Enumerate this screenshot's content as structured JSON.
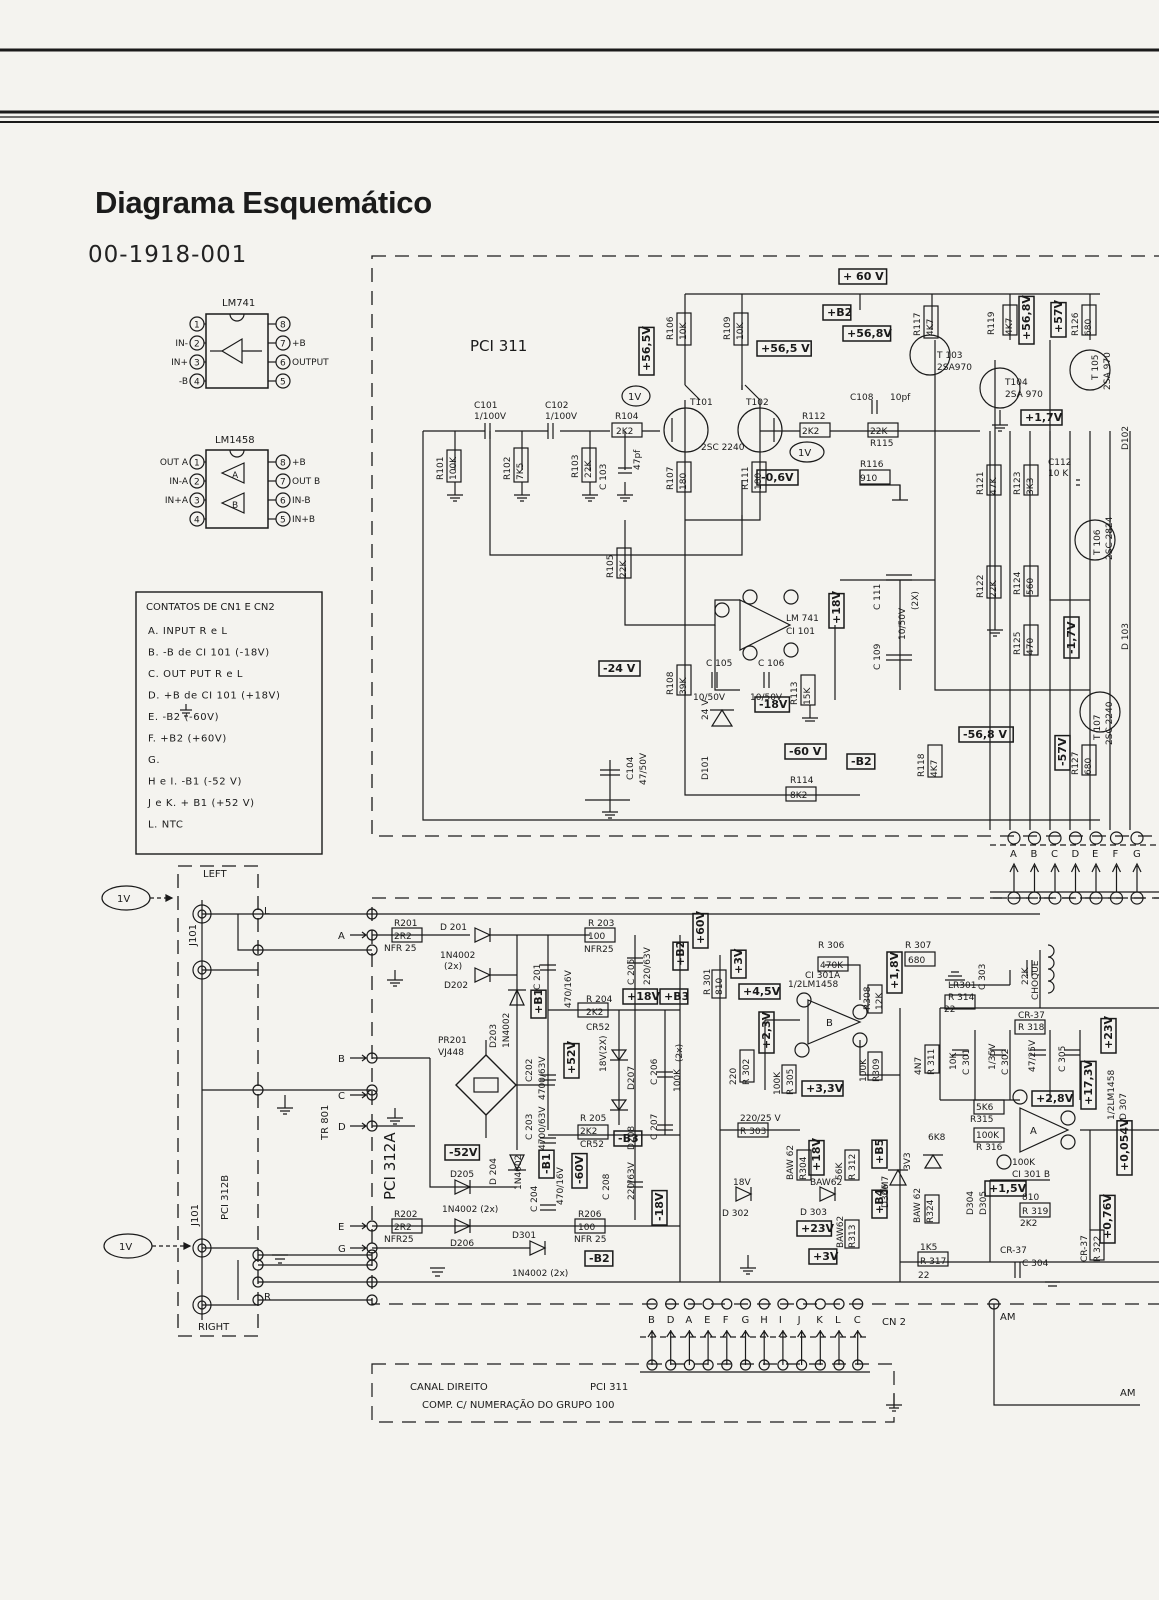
{
  "title": "Diagrama Esquemático",
  "drawing_code": "00-1918-001",
  "ic_lm741": {
    "name": "LM741",
    "pins_left": [
      "",
      "IN-",
      "IN+",
      "-B"
    ],
    "pins_right": [
      "",
      "+B",
      "OUTPUT",
      ""
    ],
    "numbers_left": [
      "1",
      "2",
      "3",
      "4"
    ],
    "numbers_right": [
      "8",
      "7",
      "6",
      "5"
    ]
  },
  "ic_lm1458": {
    "name": "LM1458",
    "pins_left": [
      "OUT A",
      "IN-A",
      "IN+A",
      ""
    ],
    "pins_right": [
      "+B",
      "OUT B",
      "IN-B",
      "IN+B"
    ],
    "numbers_left": [
      "1",
      "2",
      "3",
      "4"
    ],
    "numbers_right": [
      "8",
      "7",
      "6",
      "5"
    ]
  },
  "contacts": {
    "heading": "CONTATOS DE CN1 E CN2",
    "items": [
      "A.  INPUT   R e L",
      "B.  -B de  CI 101 (-18V)",
      "C.  OUT PUT   R e L",
      "D.  +B de  CI 101  (+18V)",
      "E.  -B2  (-60V)",
      "F.  +B2 (+60V)",
      "G.",
      "H e I.  -B1 (-52 V)",
      "J e K.  + B1 (+52 V)",
      "L.  NTC"
    ]
  },
  "board_top": {
    "name": "PCI 311",
    "rails": [
      "+ 60 V",
      "+B2",
      "+56,8V",
      "+56,5V",
      "+56,5 V",
      "+56,8V",
      "+57V",
      "+1,7V",
      "-0,6V",
      "-24 V",
      "-18V",
      "+18V",
      "-60 V",
      "-B2",
      "-56,8 V",
      "-57V",
      "-1,7V",
      "1V",
      "1V"
    ],
    "parts": [
      "C101",
      "1/100V",
      "C102",
      "1/100V",
      "R104",
      "2K2",
      "R101",
      "100K",
      "R102",
      "7K5",
      "R103",
      "22K",
      "C 103",
      "47pf",
      "T101",
      "T102",
      "2SC 2240",
      "R107",
      "180",
      "R111",
      "180",
      "R106",
      "10K",
      "R109",
      "10K",
      "R112",
      "2K2",
      "C108",
      "10pf",
      "22K",
      "R115",
      "R116",
      "910",
      "R117",
      "4K7",
      "T 103",
      "2SA970",
      "R119",
      "4K7",
      "T104",
      "2SA 970",
      "R126",
      "680",
      "T 105",
      "2SA 970",
      "R121",
      "47K",
      "R123",
      "3K3",
      "C112",
      "10 K",
      "T 106",
      "2SC 2824",
      "R105",
      "22K",
      "LM 741",
      "CI 101",
      "C 111",
      "C 109",
      "10/50V",
      "(2X)",
      "R122",
      "22K",
      "R124",
      "560",
      "R125",
      "470",
      "C 105",
      "C 106",
      "10/50V",
      "10/50V",
      "R113",
      "15K",
      "R108",
      "39K",
      "C104",
      "47/50V",
      "D101",
      "24 V",
      "R114",
      "8K2",
      "R118",
      "4K7",
      "T 107",
      "2SC 2240",
      "R127",
      "680",
      "D 103",
      "D102"
    ]
  },
  "connector_top": [
    "A",
    "B",
    "C",
    "D",
    "E",
    "F",
    "G"
  ],
  "left_section": {
    "jack_top": "LEFT",
    "jack_bottom": "RIGHT",
    "j_top": "J101",
    "j_bottom": "J101",
    "board": "PCI 312B",
    "source": "1V",
    "source2": "1V",
    "transformer": "TR 801",
    "pins": [
      "A",
      "B",
      "C",
      "D",
      "E",
      "G"
    ],
    "lr": [
      "L",
      "R"
    ]
  },
  "board_bottom": {
    "name": "PCI 312A",
    "parts": [
      "R201",
      "2R2",
      "NFR 25",
      "D 201",
      "1N4002",
      "(2x)",
      "D202",
      "R 203",
      "100",
      "NFR25",
      "C 205",
      "220/63V",
      "C 201",
      "470/16V",
      "R 204",
      "2K2",
      "CR52",
      "D203",
      "1N4002",
      "PR201",
      "VJ448",
      "C202",
      "4700/63V",
      "C 203",
      "4700/63V",
      "18V(2X)",
      "D207",
      "C 206",
      "100K",
      "(2x)",
      "C 207",
      "R 205",
      "2K2",
      "CR52",
      "D208",
      "D205",
      "D 204",
      "1N4002",
      "1N4002 (2x)",
      "D206",
      "C 204",
      "470/16V",
      "C 208",
      "220/63V",
      "R202",
      "2R2",
      "NFR25",
      "R206",
      "100",
      "NFR 25",
      "D301",
      "1N4002 (2x)"
    ],
    "rails": [
      "+B2",
      "+60V",
      "+B1",
      "+18V",
      "+B3",
      "+52V",
      "-52V",
      "-B1",
      "-60V",
      "-B3",
      "-18V",
      "-B2"
    ]
  },
  "board_right": {
    "parts": [
      "R 301",
      "810",
      "R 306",
      "470K",
      "R 307",
      "680",
      "CI 301A",
      "1/2LM1458",
      "R308",
      "12K",
      "C 303",
      "22K",
      "CHOQUE",
      "LR301",
      "R 314",
      "22",
      "CR-37",
      "R 318",
      "220",
      "R 302",
      "100K",
      "R 305",
      "100K",
      "R309",
      "4N7",
      "R 311",
      "10K",
      "C 301",
      "1/35V",
      "C 302",
      "47/25V",
      "C 305",
      "220/25 V",
      "R 303",
      "5K6",
      "R315",
      "100K",
      "R 316",
      "100K",
      "CI 301 B",
      "1/2LM1458",
      "D 307",
      "BAW 62",
      "R304",
      "56K",
      "R 312",
      "6K8",
      "3V3",
      "D304",
      "D305",
      "BAW 62",
      "R324",
      "4M7",
      "D306",
      "18V",
      "D 302",
      "BAW62",
      "D 303",
      "BAW62",
      "R313",
      "810",
      "R 319",
      "2K2",
      "CR-37",
      "R 322",
      "1K5",
      "R 317",
      "22",
      "CR-37",
      "C 304",
      "22K"
    ],
    "rails": [
      "+3V",
      "+4,5V",
      "+2,3V",
      "+1,8V",
      "+3,3V",
      "+18V",
      "+B5",
      "+B4",
      "+23V",
      "+3V",
      "+2,8V",
      "+17,3V",
      "+23V",
      "+0,054V",
      "+1,5V",
      "+0,76V"
    ],
    "opamp": "A",
    "opamp2": "B",
    "am": "AM",
    "am2": "AM"
  },
  "connector_bottom": {
    "pins": [
      "B",
      "D",
      "A",
      "E",
      "F",
      "G",
      "H",
      "I",
      "J",
      "K",
      "L",
      "C"
    ],
    "name": "CN 2"
  },
  "note": {
    "line1": "CANAL DIREITO",
    "board": "PCI 311",
    "line2": "COMP. C/ NUMERAÇÃO DO GRUPO 100"
  }
}
